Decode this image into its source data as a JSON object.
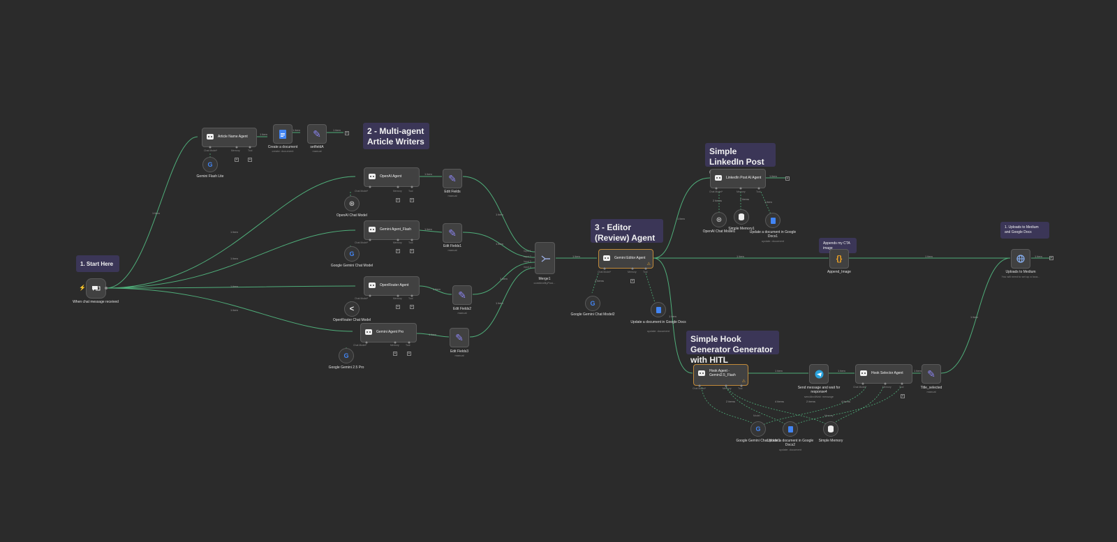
{
  "stickies": {
    "start": "1. Start Here",
    "writers": "2 - Multi-agent Article Writers",
    "editor": "3 - Editor (Review) Agent",
    "linkedin": "Simple LinkedIn Post Generator",
    "hook": "Simple Hook Generator Generator with HITL",
    "cta": "Appends my CTA image",
    "medium": "1. Uploads to Medium and Google Docs"
  },
  "nodes": {
    "trigger": {
      "title": "When chat message received"
    },
    "article_name_agent": {
      "title": "Article Name Agent"
    },
    "create_document": {
      "title": "Create a document",
      "sub": "create: document"
    },
    "setfield_a": {
      "title": "setfieldA",
      "sub": "manual"
    },
    "gemini_flash_lite": {
      "title": "Gemini Flash Lite"
    },
    "openai_agent": {
      "title": "OpenAI Agent"
    },
    "openai_chat_model": {
      "title": "OpenAI Chat Model"
    },
    "edit_fields": {
      "title": "Edit Fields",
      "sub": "manual"
    },
    "gemini_agent_flash": {
      "title": "Gemini Agent_Flash"
    },
    "google_gemini_chat_model": {
      "title": "Google Gemini Chat Model"
    },
    "edit_fields1": {
      "title": "Edit Fields1",
      "sub": "manual"
    },
    "openrouter_agent": {
      "title": "OpenRouter Agent"
    },
    "openrouter_chat_model": {
      "title": "OpenRouter Chat Model"
    },
    "edit_fields2": {
      "title": "Edit Fields2",
      "sub": "manual"
    },
    "gemini_agent_pro": {
      "title": "Gemini Agent Pro"
    },
    "google_gemini_25_pro": {
      "title": "Google Gemini 2.5 Pro"
    },
    "edit_fields3": {
      "title": "Edit Fields3",
      "sub": "manual"
    },
    "merge1": {
      "title": "Merge1",
      "sub": "combineByPosi..."
    },
    "gemini_editor_agent": {
      "title": "Gemini Editor Agent"
    },
    "google_gemini_chat_model2": {
      "title": "Google Gemini Chat Model2"
    },
    "update_doc": {
      "title": "Update a document in Google Docs",
      "sub": "update: document"
    },
    "linkedin_agent": {
      "title": "LinkedIn Post AI Agent"
    },
    "openai_chat_model1": {
      "title": "OpenAI Chat Model1"
    },
    "simple_memory1": {
      "title": "Simple Memory1"
    },
    "update_doc1": {
      "title": "Update a document in Google Docs1",
      "sub": "update: document"
    },
    "append_image": {
      "title": "Append_Image"
    },
    "uploads_medium": {
      "title": "Uploads to Medium",
      "sub": "You will need to set up a loca..."
    },
    "hook_agent": {
      "title": "Hook Agent - Gemini2.5_Flash"
    },
    "send_message": {
      "title": "Send message and wait for response4",
      "sub": "sendAndWait: message"
    },
    "hook_selector": {
      "title": "Hook Selector Agent"
    },
    "title_selected": {
      "title": "Title_selected",
      "sub": "manual"
    },
    "google_gemini_chat_model1": {
      "title": "Google Gemini Chat Model1"
    },
    "update_doc2": {
      "title": "Update a document in Google Docs2",
      "sub": "update: document"
    },
    "simple_memory": {
      "title": "Simple Memory"
    }
  },
  "ports": {
    "chat_model": "Chat Model*",
    "memory": "Memory",
    "tool": "Tool",
    "model": "Model",
    "input1": "Input 1",
    "input2": "Input 2",
    "input3": "Input 3",
    "input4": "Input 4"
  },
  "edge_labels": {
    "one_item": "1 item",
    "two_items": "2 items",
    "four_items": "4 items"
  },
  "icons": {
    "chat": "chat-bubbles-icon",
    "robot": "robot-icon",
    "gdocs": "google-docs-icon",
    "pencil": "pencil-icon",
    "google": "google-g-icon",
    "openai": "openai-icon",
    "openrouter": "openrouter-icon",
    "merge": "merge-icon",
    "database": "database-icon",
    "code": "code-braces-icon",
    "globe": "globe-icon",
    "telegram": "telegram-icon"
  },
  "colors": {
    "canvas": "#2b2b2b",
    "edge": "#4fae7a",
    "sticky": "#3b3657",
    "node": "#414141",
    "accent_pencil": "#8b84f0"
  }
}
